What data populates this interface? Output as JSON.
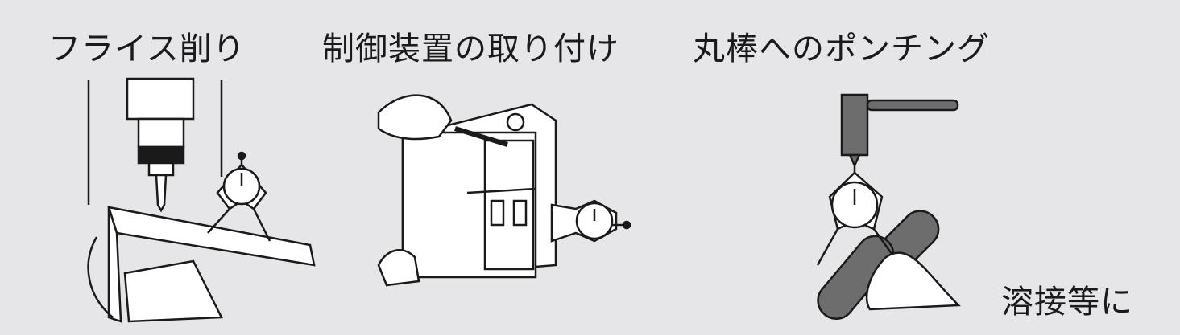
{
  "captions": {
    "milling": "フライス削り",
    "control_device": "制御装置の取り付け",
    "round_bar_punching": "丸棒へのポンチング",
    "welding": "溶接等に"
  },
  "colors": {
    "background": "#e6e6e8",
    "line": "#1a1a1a",
    "gray_fill": "#6d6d6d"
  }
}
